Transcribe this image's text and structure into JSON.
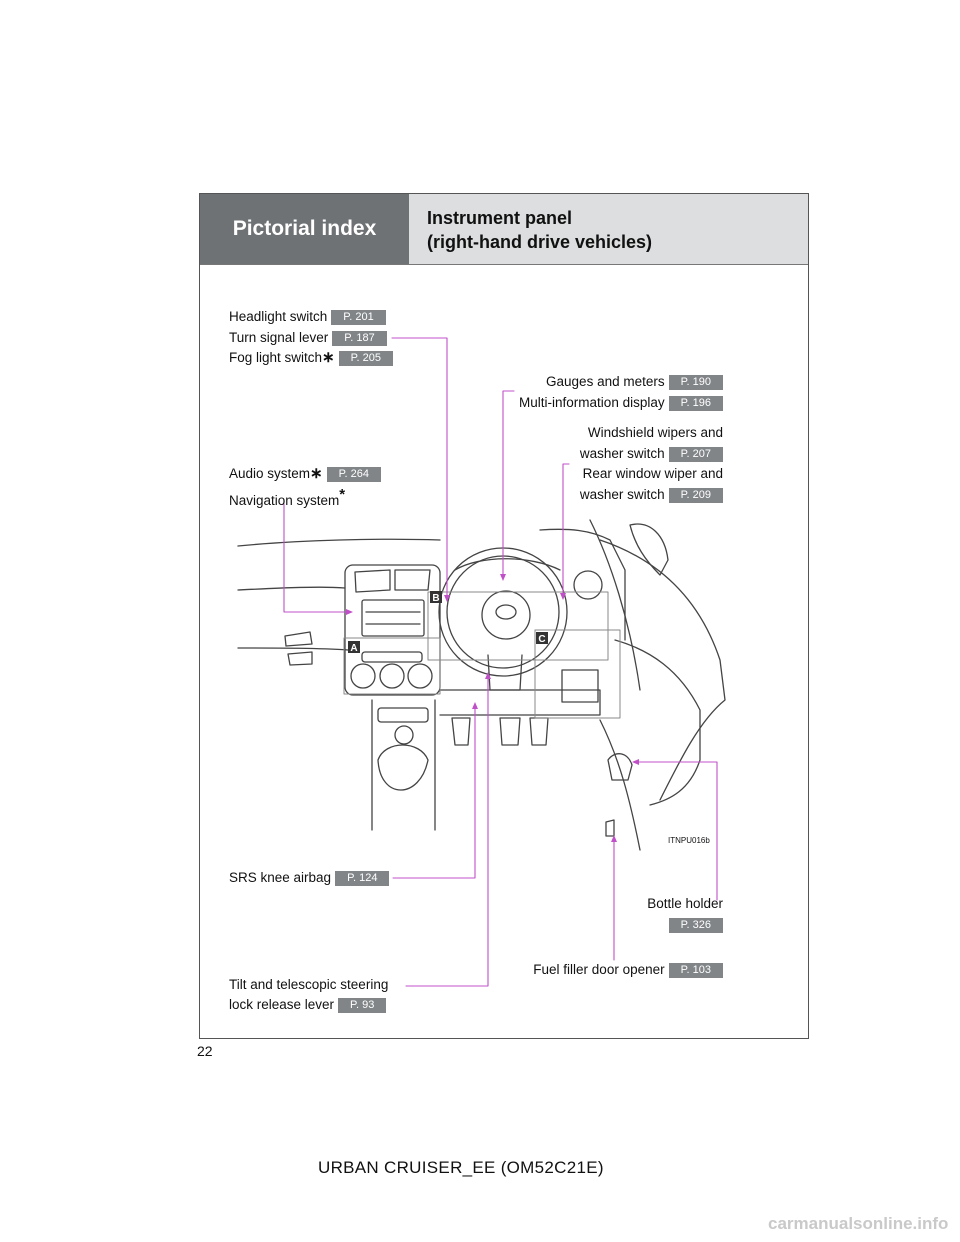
{
  "header": {
    "section": "Pictorial index",
    "title_line1": "Instrument panel",
    "title_line2": "(right-hand drive vehicles)"
  },
  "labels": {
    "headlight": {
      "text": "Headlight switch",
      "page": "P. 201"
    },
    "turn_signal": {
      "text": "Turn signal lever",
      "page": "P. 187"
    },
    "fog_light": {
      "text": "Fog light switch",
      "mark": "∗",
      "page": "P. 205"
    },
    "gauges": {
      "text": "Gauges and meters",
      "page": "P. 190"
    },
    "multi_info": {
      "text": "Multi-information display",
      "page": "P. 196"
    },
    "windshield_1": {
      "text": "Windshield wipers and"
    },
    "windshield_2": {
      "text": "washer switch",
      "page": "P. 207"
    },
    "rear_wiper_1": {
      "text": "Rear window wiper and"
    },
    "rear_wiper_2": {
      "text": "washer switch",
      "page": "P. 209"
    },
    "audio": {
      "text": "Audio system",
      "mark": "∗",
      "page": "P. 264"
    },
    "navigation": {
      "text": "Navigation system",
      "mark": "*"
    },
    "srs_knee": {
      "text": "SRS knee airbag",
      "page": "P. 124"
    },
    "bottle_holder": {
      "text": "Bottle holder",
      "page": "P. 326"
    },
    "fuel_filler": {
      "text": "Fuel filler door opener",
      "page": "P. 103"
    },
    "tilt_1": {
      "text": "Tilt and telescopic steering"
    },
    "tilt_2": {
      "text": "lock release lever",
      "page": "P. 93"
    }
  },
  "callouts": {
    "a": "A",
    "b": "B",
    "c": "C"
  },
  "figure_id": "ITNPU016b",
  "page_number": "22",
  "footer": "URBAN CRUISER_EE (OM52C21E)",
  "watermark": "carmanualsonline.info",
  "colors": {
    "leader": "#c050c8",
    "header_dark": "#6e7275",
    "header_light": "#dcdedf",
    "badge": "#818588"
  }
}
